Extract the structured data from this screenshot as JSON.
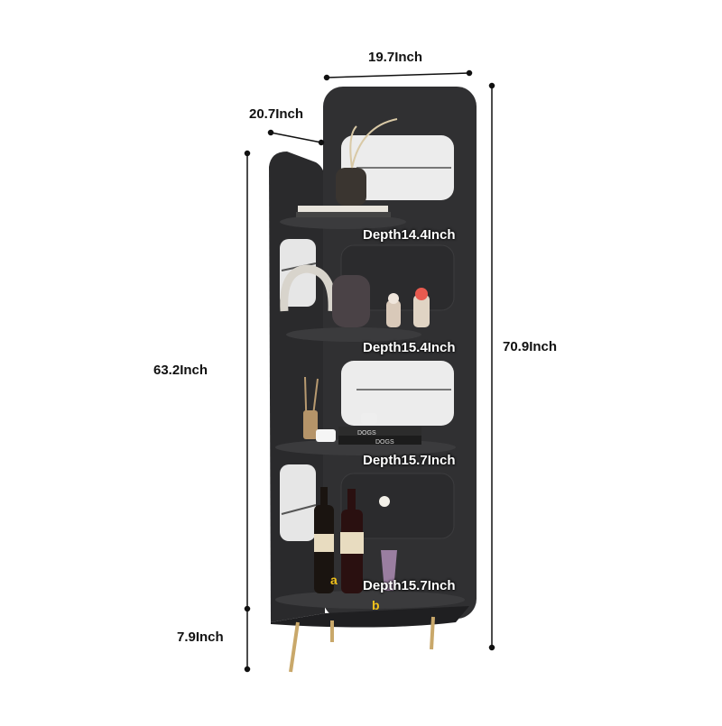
{
  "dimensions": {
    "width_top": "19.7Inch",
    "side_width": "20.7Inch",
    "total_height": "70.9Inch",
    "side_height": "63.2Inch",
    "leg_height": "7.9Inch"
  },
  "depths": [
    "Depth14.4Inch",
    "Depth15.4Inch",
    "Depth15.7Inch",
    "Depth15.7Inch"
  ],
  "book_spines": [
    "DOGS",
    "DOGS"
  ],
  "logos": [
    "a",
    "b"
  ],
  "colors": {
    "cabinet": "#2f2f31",
    "cabinet_dark": "#1e1e20",
    "shelf": "#3a3a3c",
    "cutout": "#e9e9e9",
    "leg": "#c9a86a",
    "dimension_line": "#111111",
    "logo": "#f2c21b"
  }
}
